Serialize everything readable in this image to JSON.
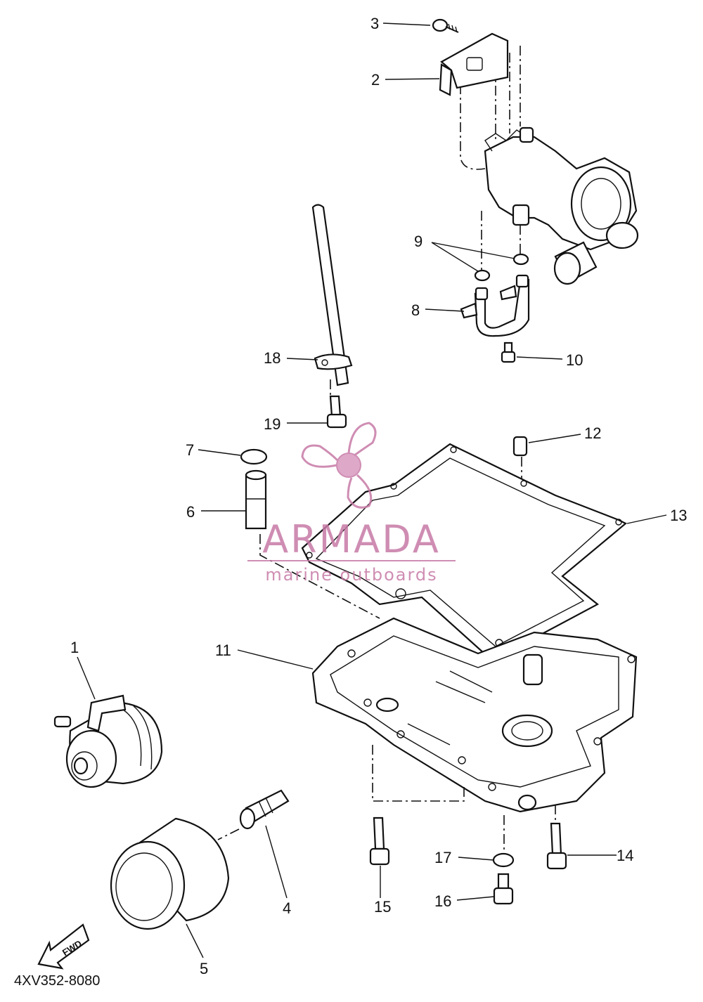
{
  "diagram": {
    "callouts": [
      {
        "id": 1,
        "label": "1"
      },
      {
        "id": 2,
        "label": "2"
      },
      {
        "id": 3,
        "label": "3"
      },
      {
        "id": 4,
        "label": "4"
      },
      {
        "id": 5,
        "label": "5"
      },
      {
        "id": 6,
        "label": "6"
      },
      {
        "id": 7,
        "label": "7"
      },
      {
        "id": 8,
        "label": "8"
      },
      {
        "id": 9,
        "label": "9"
      },
      {
        "id": 10,
        "label": "10"
      },
      {
        "id": 11,
        "label": "11"
      },
      {
        "id": 12,
        "label": "12"
      },
      {
        "id": 13,
        "label": "13"
      },
      {
        "id": 14,
        "label": "14"
      },
      {
        "id": 15,
        "label": "15"
      },
      {
        "id": 16,
        "label": "16"
      },
      {
        "id": 17,
        "label": "17"
      },
      {
        "id": 18,
        "label": "18"
      },
      {
        "id": 19,
        "label": "19"
      }
    ],
    "fwd_label": "FWD",
    "part_code": "4XV352-8080"
  },
  "watermark": {
    "brand": "ARMADA",
    "tagline": "marine outboards",
    "color": "#c77aa6"
  }
}
